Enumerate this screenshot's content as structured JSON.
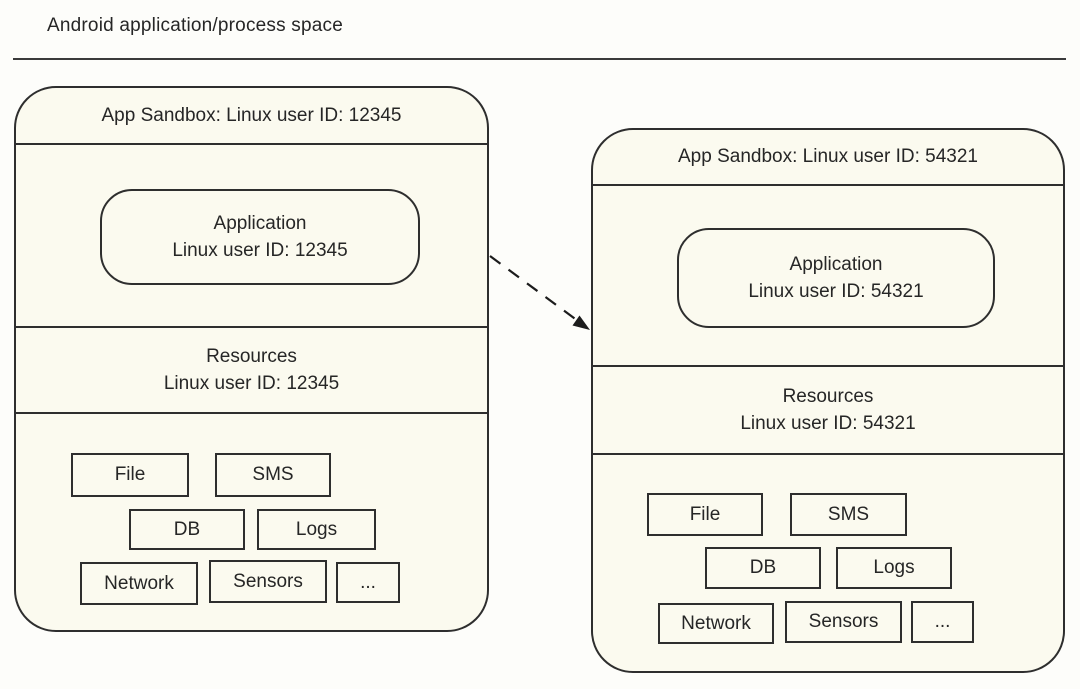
{
  "title": "Android application/process space",
  "colors": {
    "ink": "#2e2e2e",
    "panel_fill": "#fbfaef",
    "page_bg": "#fdfdfa"
  },
  "sandboxes": [
    {
      "header": "App Sandbox: Linux user ID: 12345",
      "application": {
        "title": "Application",
        "subtitle": "Linux user ID: 12345"
      },
      "resources": {
        "title": "Resources",
        "subtitle": "Linux user ID: 12345"
      },
      "services": [
        "File",
        "SMS",
        "DB",
        "Logs",
        "Network",
        "Sensors",
        "..."
      ]
    },
    {
      "header": "App Sandbox: Linux user ID: 54321",
      "application": {
        "title": "Application",
        "subtitle": "Linux user ID: 54321"
      },
      "resources": {
        "title": "Resources",
        "subtitle": "Linux user ID: 54321"
      },
      "services": [
        "File",
        "SMS",
        "DB",
        "Logs",
        "Network",
        "Sensors",
        "..."
      ]
    }
  ]
}
